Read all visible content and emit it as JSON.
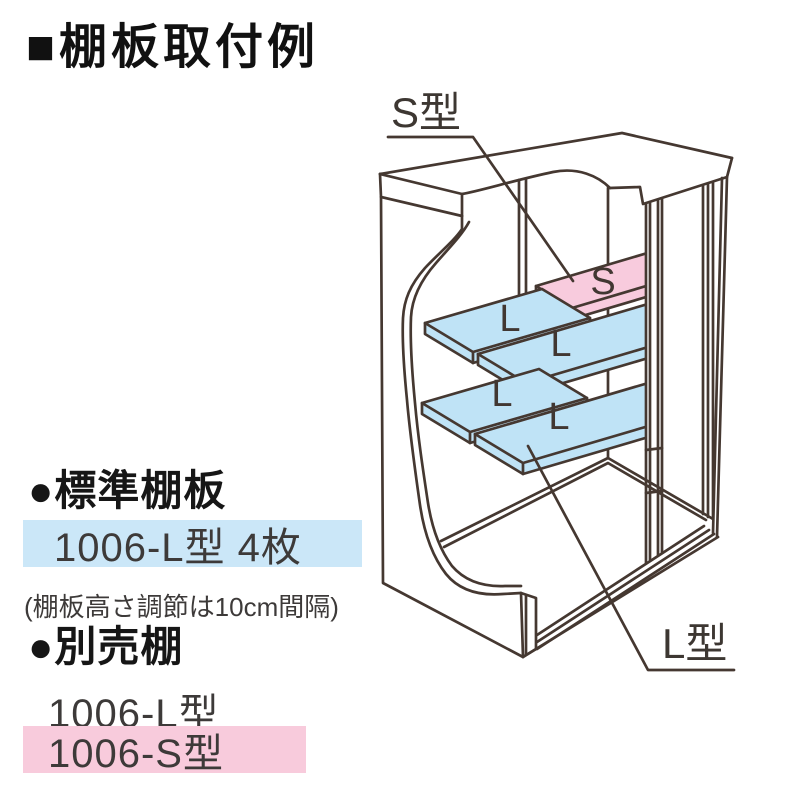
{
  "title": "■棚板取付例",
  "diagram": {
    "label_s_type": "S型",
    "label_l_type": "L型",
    "shelf_letter_s": "S",
    "shelf_letters_l": [
      "L",
      "L",
      "L",
      "L"
    ],
    "colors": {
      "line": "#453831",
      "shelf_blue": "#bfe3f6",
      "shelf_pink": "#f8cbdd",
      "highlight_blue": "#cbe7f8",
      "highlight_pink": "#f8cbdc",
      "text_dark": "#3d3a39",
      "title_black": "#111111"
    }
  },
  "info": {
    "standard_heading": "●標準棚板",
    "standard_item": "1006-L型 4枚",
    "note": "(棚板高さ調節は10cm間隔)",
    "optional_heading": "●別売棚",
    "optional_item_l": "1006-L型",
    "optional_item_s": "1006-S型"
  }
}
